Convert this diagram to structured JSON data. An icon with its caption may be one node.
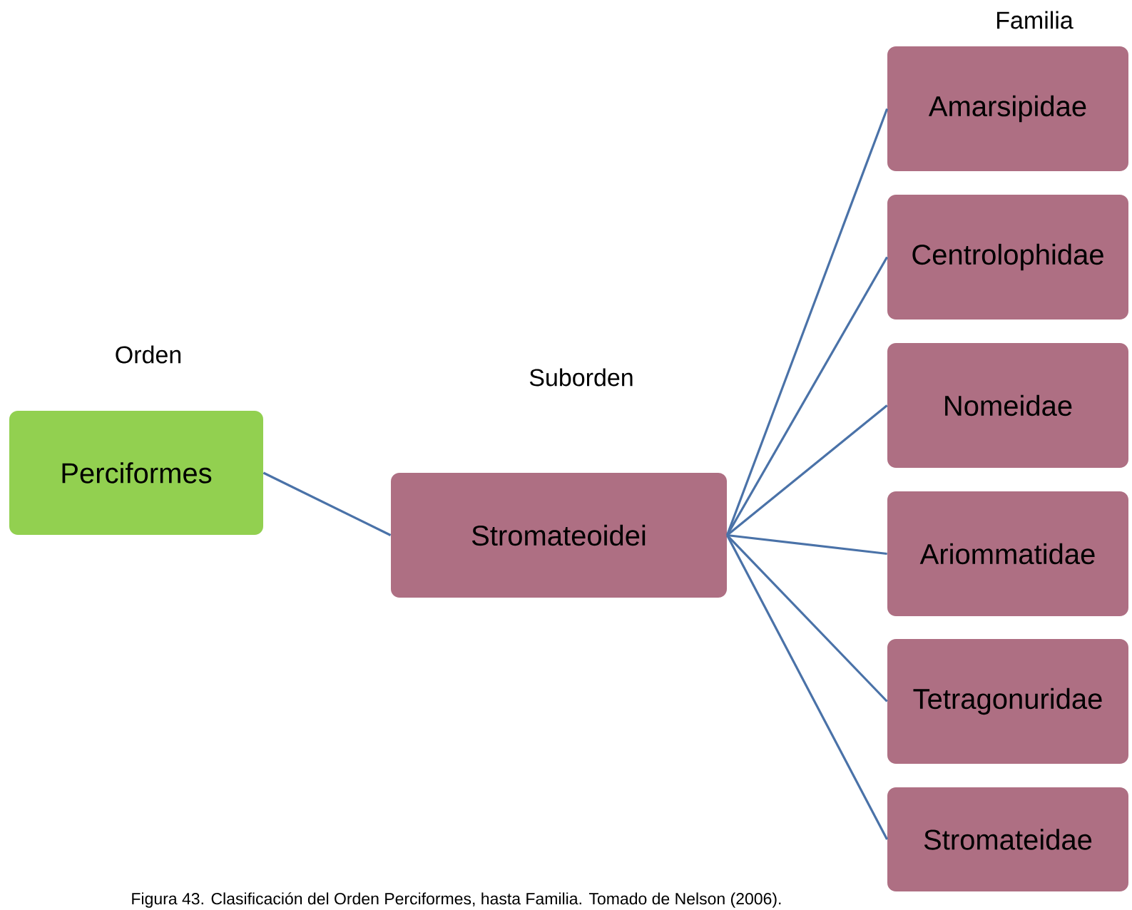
{
  "diagram": {
    "caption": "Figura 43. Clasificación del Orden Perciformes, hasta Familia. Tomado de Nelson (2006).",
    "nodes": [
      {
        "text": [
          "Perciformes"
        ]
      },
      {
        "text": [
          "Stromateoidei"
        ]
      },
      {
        "text": [
          "Amarsipidae"
        ]
      },
      {
        "text": [
          "Centrolophidae"
        ]
      },
      {
        "text": [
          "Nomeidae"
        ]
      },
      {
        "text": [
          "Ariommatidae"
        ]
      },
      {
        "text": [
          "Tetragonuridae"
        ]
      },
      {
        "text": [
          "Stromateidae"
        ]
      }
    ],
    "edges": [
      {
        "from": 0,
        "to": 1,
        "arrow": "none"
      },
      {
        "from": 1,
        "to": 2,
        "arrow": "none"
      },
      {
        "from": 1,
        "to": 3,
        "arrow": "none"
      },
      {
        "from": 1,
        "to": 4,
        "arrow": "none"
      },
      {
        "from": 1,
        "to": 5,
        "arrow": "none"
      },
      {
        "from": 1,
        "to": 6,
        "arrow": "none"
      },
      {
        "from": 1,
        "to": 7,
        "arrow": "none"
      }
    ],
    "labels": [
      "Familia",
      "Orden",
      "Suborden"
    ]
  }
}
